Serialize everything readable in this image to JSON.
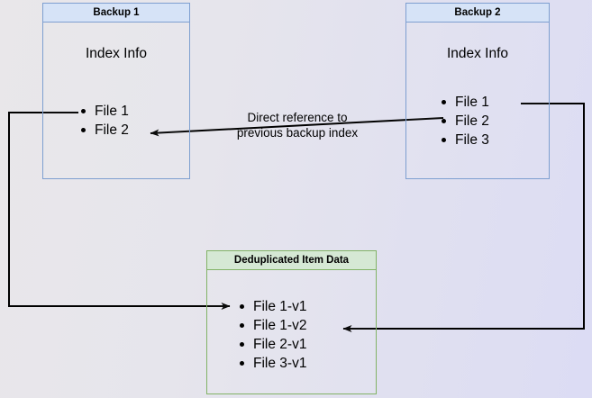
{
  "diagram": {
    "title_hidden": "",
    "colors": {
      "blue_border": "#7e9fd0",
      "blue_header_fill": "#d6e3f7",
      "green_border": "#82b366",
      "green_header_fill": "#d5e8d4",
      "arrow": "#000000",
      "background_left": "#e9e7ea",
      "background_right": "#dcdcf4"
    },
    "boxes": [
      {
        "id": "backup1",
        "header": "Backup 1",
        "section_label": "Index Info",
        "items": [
          "File 1",
          "File 2"
        ]
      },
      {
        "id": "backup2",
        "header": "Backup 2",
        "section_label": "Index Info",
        "items": [
          "File 1",
          "File 2",
          "File 3"
        ]
      },
      {
        "id": "dedup",
        "header": "Deduplicated Item Data",
        "section_label": "",
        "items": [
          "File 1-v1",
          "File 1-v2",
          "File 2-v1",
          "File 3-v1"
        ]
      }
    ],
    "annotations": [
      {
        "id": "direct-reference",
        "line1": "Direct reference to",
        "line2": "previous backup index"
      }
    ]
  }
}
